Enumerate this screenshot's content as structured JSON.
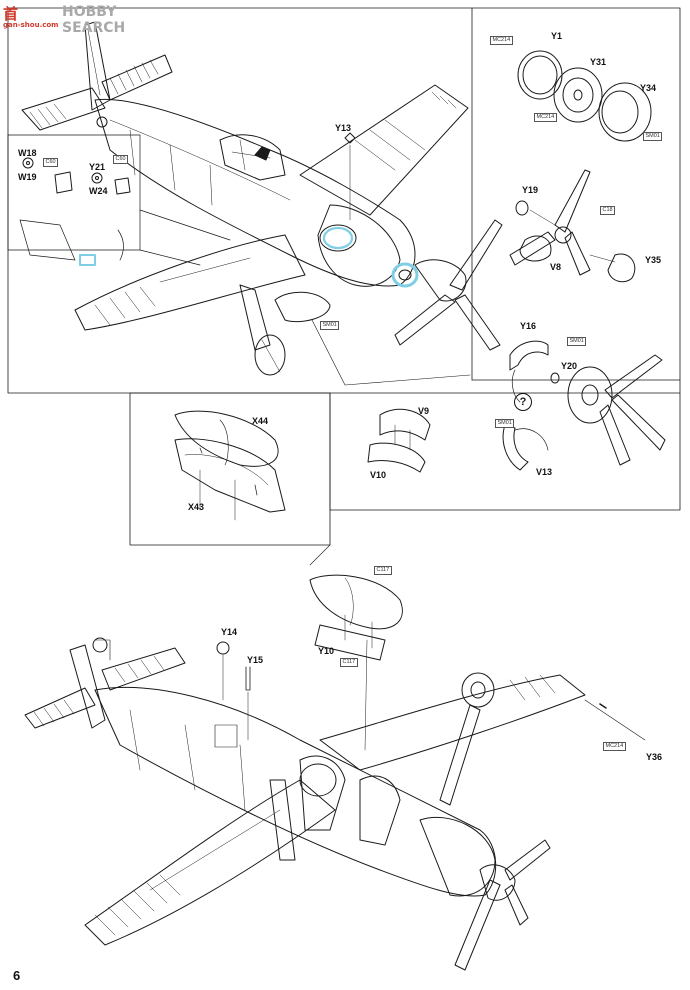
{
  "watermark": {
    "logo": "首",
    "brand": "HOBBY SEARCH",
    "site": "gan-shou.com"
  },
  "page_number": "6",
  "question_mark": "?",
  "colors": {
    "line": "#1a1a1a",
    "highlight": "#7ecfe6",
    "accent_red": "#d23a2a"
  },
  "part_labels": {
    "Y1": "Y1",
    "Y31": "Y31",
    "Y34": "Y34",
    "Y13_top": "Y13",
    "W18": "W18",
    "W19": "W19",
    "Y21": "Y21",
    "W24": "W24",
    "Y19": "Y19",
    "V8": "V8",
    "Y35": "Y35",
    "Y16": "Y16",
    "Y20": "Y20",
    "V13": "V13",
    "V9": "V9",
    "V10_mid": "V10",
    "X44": "X44",
    "X43": "X43",
    "Y14": "Y14",
    "Y15": "Y15",
    "Y10": "Y10",
    "Y36": "Y36"
  },
  "sprue_codes": {
    "mc214_a": "MC214",
    "mc214_b": "MC214",
    "sm01_a": "SM01",
    "c60_a": "C60",
    "c60_b": "C60",
    "c18": "C18",
    "sm01_b": "SM01",
    "sm01_c": "SM01",
    "sm01_d": "SM01",
    "c117_a": "C117",
    "c117_b": "C117",
    "mc214_c": "MC214"
  }
}
